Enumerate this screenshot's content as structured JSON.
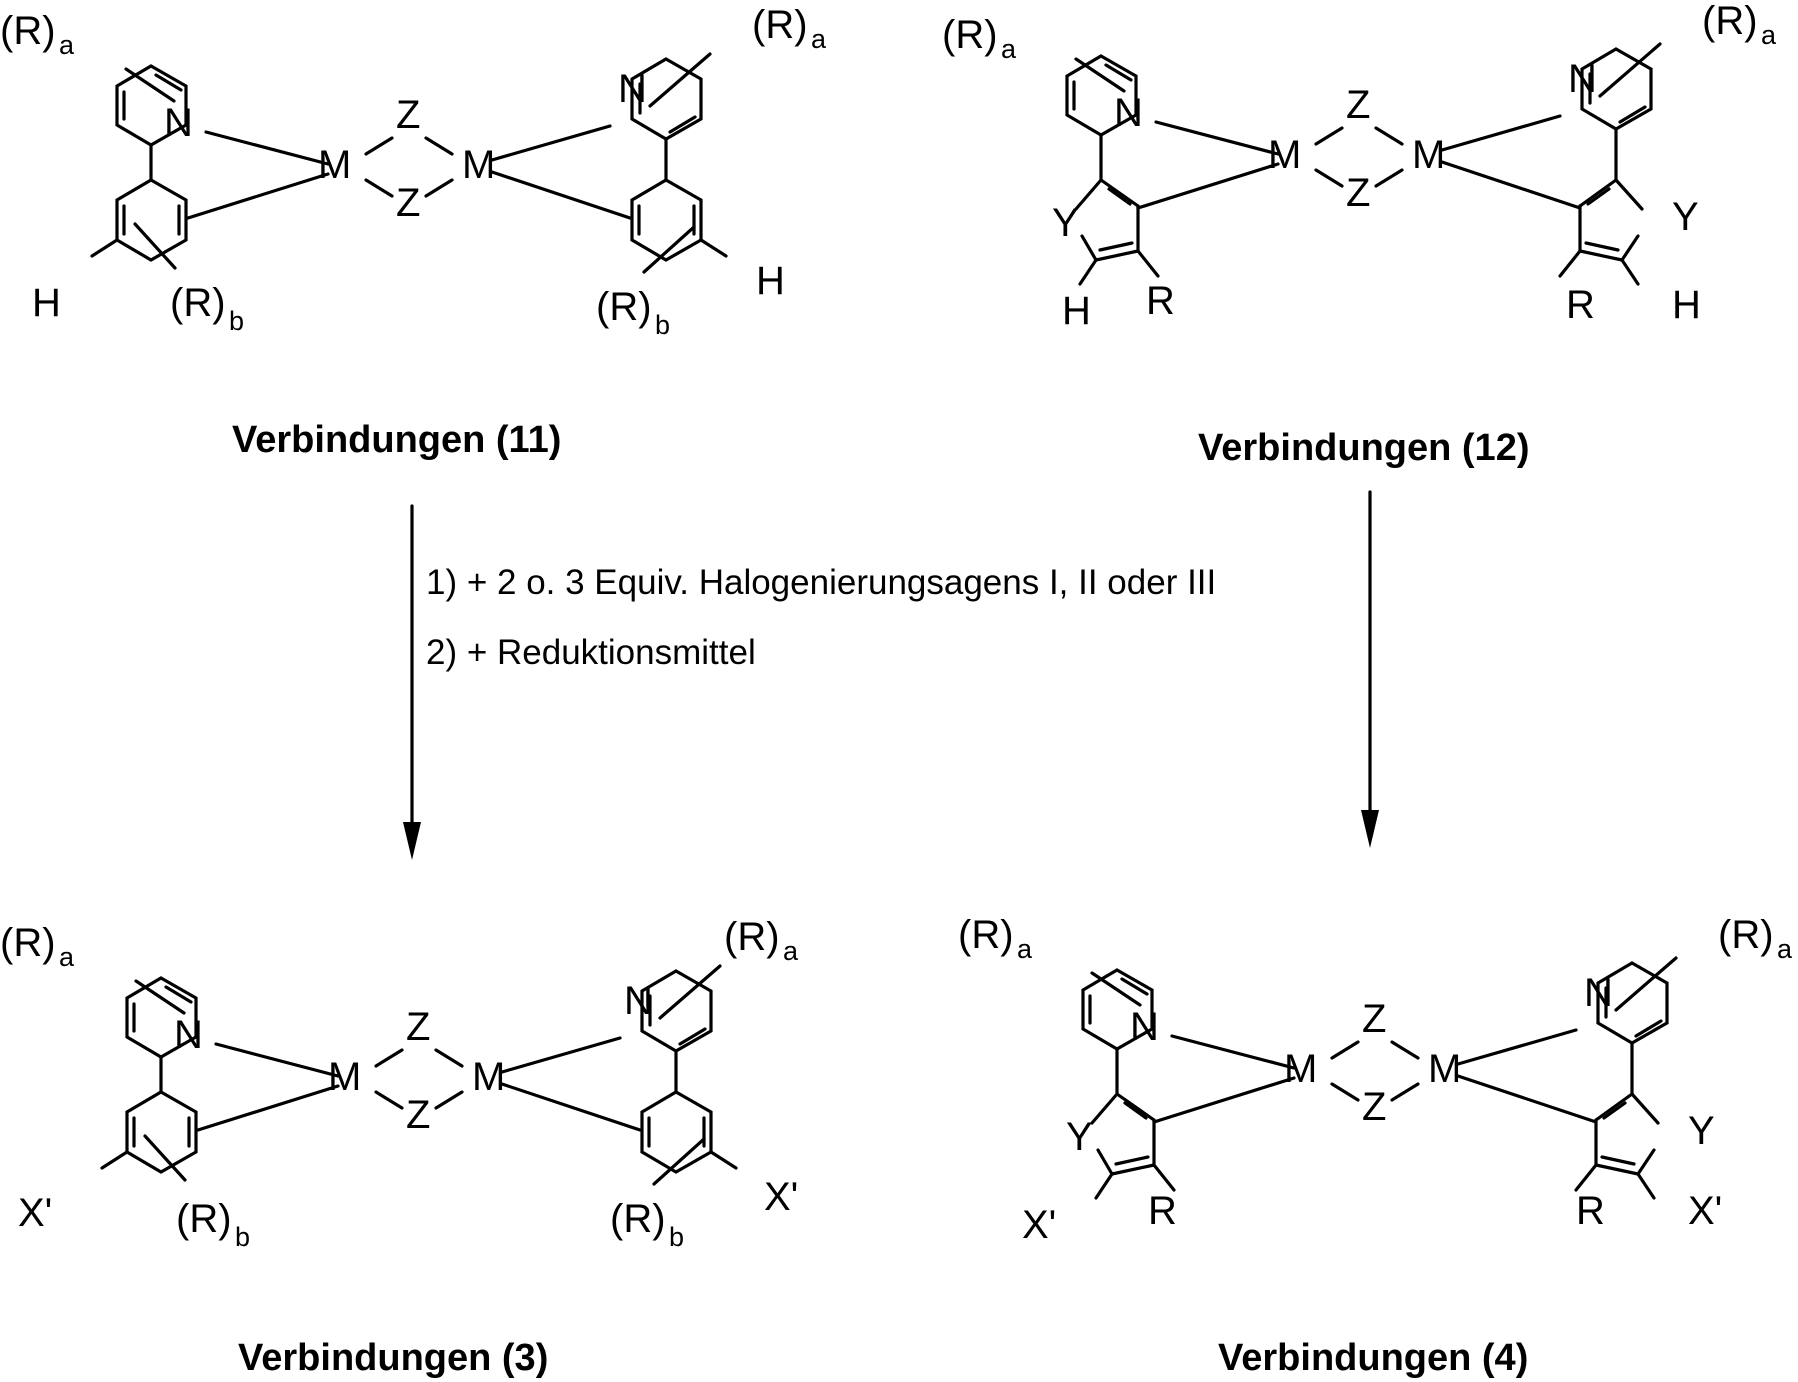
{
  "labels": {
    "M": "M",
    "Z": "Z",
    "N": "N",
    "Y": "Y",
    "H": "H",
    "R": "R",
    "X": "X'",
    "R_group": "(R)",
    "sub_a": "a",
    "sub_b": "b"
  },
  "compounds": {
    "c11": "Verbindungen (11)",
    "c12": "Verbindungen (12)",
    "c3": "Verbindungen (3)",
    "c4": "Verbindungen (4)"
  },
  "conditions": {
    "step1": "1) + 2 o. 3 Equiv. Halogenierungsagens I, II oder III",
    "step2": "2) + Reduktionsmittel"
  }
}
